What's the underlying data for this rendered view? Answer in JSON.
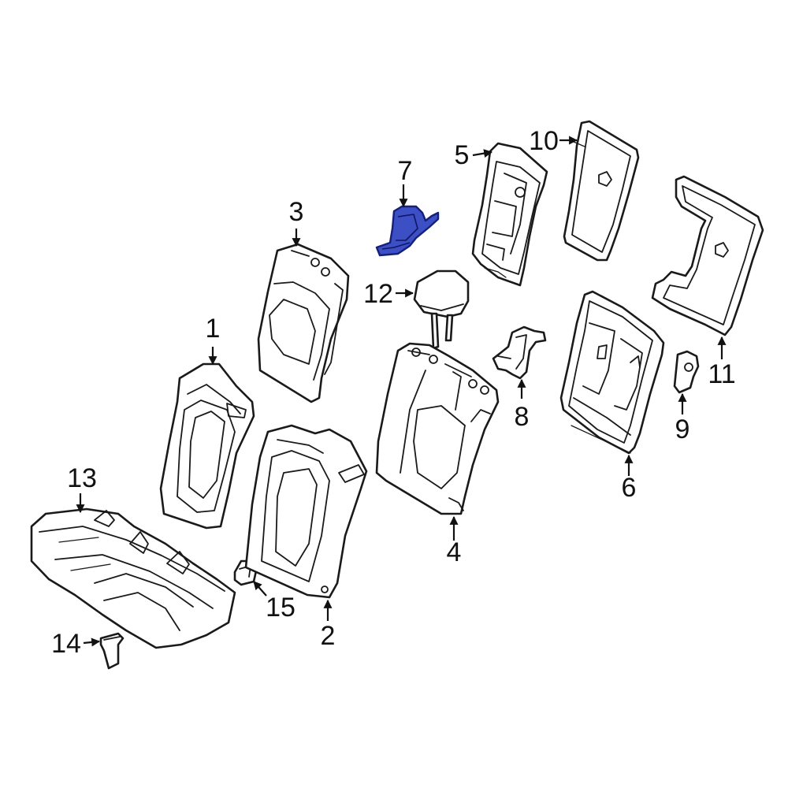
{
  "diagram": {
    "highlight_color": "#3d4fc4",
    "callouts": [
      {
        "id": "1",
        "label": "1"
      },
      {
        "id": "2",
        "label": "2"
      },
      {
        "id": "3",
        "label": "3"
      },
      {
        "id": "4",
        "label": "4"
      },
      {
        "id": "5",
        "label": "5"
      },
      {
        "id": "6",
        "label": "6"
      },
      {
        "id": "7",
        "label": "7",
        "highlighted": true
      },
      {
        "id": "8",
        "label": "8"
      },
      {
        "id": "9",
        "label": "9"
      },
      {
        "id": "10",
        "label": "10"
      },
      {
        "id": "11",
        "label": "11"
      },
      {
        "id": "12",
        "label": "12"
      },
      {
        "id": "13",
        "label": "13"
      },
      {
        "id": "14",
        "label": "14"
      },
      {
        "id": "15",
        "label": "15"
      }
    ]
  }
}
